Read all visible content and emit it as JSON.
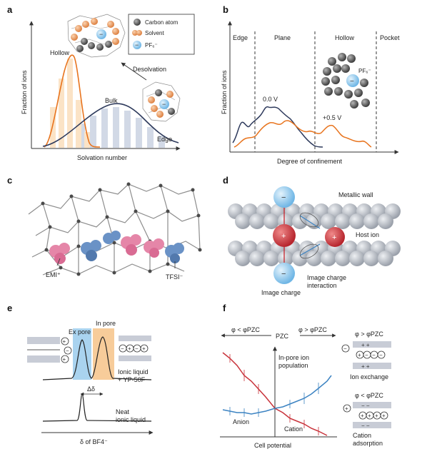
{
  "panels": {
    "a": {
      "letter": "a",
      "legend": {
        "carbon": "Carbon atom",
        "solvent": "Solvent",
        "ion": "PF₆⁻"
      },
      "ylabel": "Fraction of ions",
      "xlabel": "Solvation number",
      "labels": {
        "hollow": "Hollow",
        "bulk": "Bulk",
        "edge": "Edge",
        "desolvation": "Desolvation"
      }
    },
    "b": {
      "letter": "b",
      "regions": [
        "Edge",
        "Plane",
        "Hollow",
        "Pocket"
      ],
      "ylabel": "Fraction of ions",
      "xlabel": "Degree of confinement",
      "labels": {
        "v0": "0.0 V",
        "v05": "+0.5 V",
        "ion": "PF₆⁻"
      }
    },
    "c": {
      "letter": "c",
      "labels": {
        "emi": "EMI⁺",
        "tfsi": "TFSI⁻"
      }
    },
    "d": {
      "letter": "d",
      "labels": {
        "wall": "Metallic wall",
        "host": "Host ion",
        "image": "Image charge",
        "interaction1": "Image charge",
        "interaction2": "interaction"
      }
    },
    "e": {
      "letter": "e",
      "labels": {
        "expore": "Ex pore",
        "inpore": "In pore",
        "il1": "Ionic liquid",
        "il2": "+ YP-50F",
        "neat1": "Neat",
        "neat2": "ionic liquid",
        "delta": "Δδ",
        "xlabel": "δ of BF4⁻"
      }
    },
    "f": {
      "letter": "f",
      "labels": {
        "phi_left": "φ < φPZC",
        "pzc": "PZC",
        "phi_right": "φ > φPZC",
        "population1": "In-pore ion",
        "population2": "population",
        "anion": "Anion",
        "cation": "Cation",
        "xlabel": "Cell potential",
        "exchange_phi": "φ > φPZC",
        "exchange": "Ion exchange",
        "adsorption_phi": "φ < φPZC",
        "adsorption1": "Cation",
        "adsorption2": "adsorption"
      }
    }
  },
  "colors": {
    "orange": "#e8741e",
    "navy": "#2e3a5c",
    "blue": "#3c83c2",
    "red": "#c8323a",
    "lightblue": "#a9d3ef",
    "lightorange": "#f7cc9a",
    "gray": "#9ba0a8"
  }
}
